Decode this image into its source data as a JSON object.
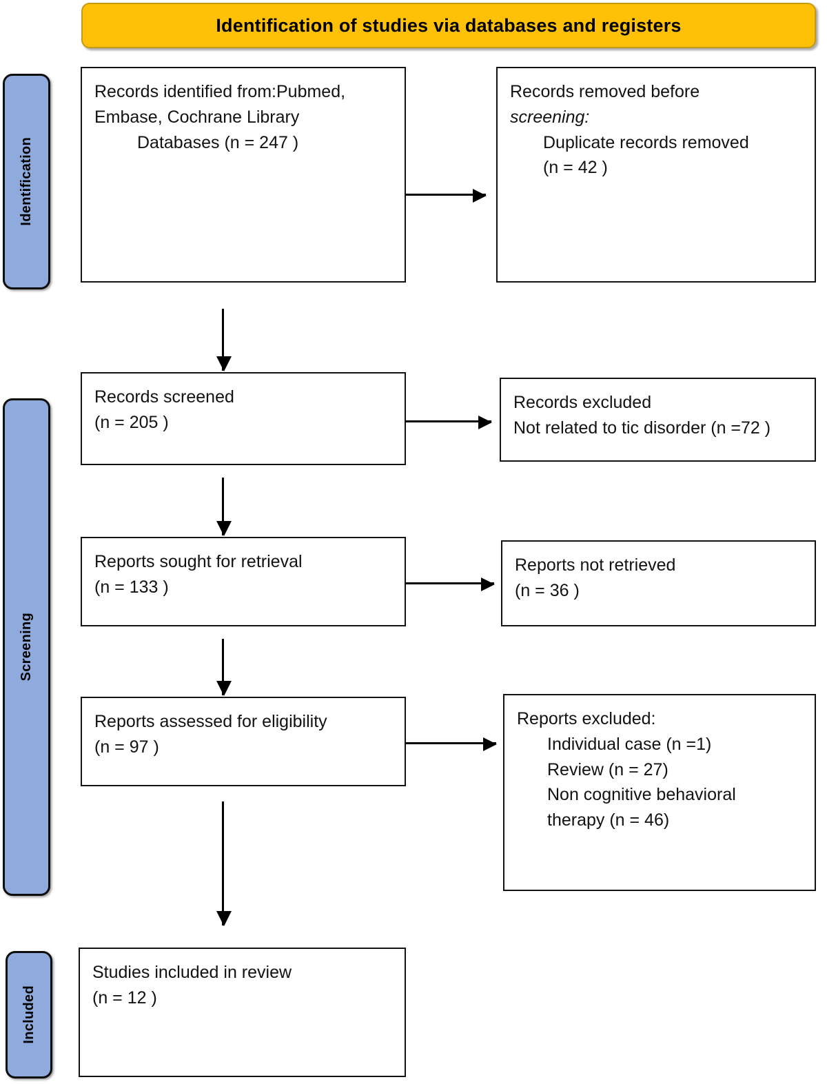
{
  "diagram": {
    "title": "Identification of studies via databases and registers",
    "colors": {
      "banner": "#FFC107",
      "stage_label": "#8FAADC",
      "box_border": "#111111",
      "text": "#121212"
    },
    "stages": [
      {
        "key": "identification",
        "label": "Identification"
      },
      {
        "key": "screening",
        "label": "Screening"
      },
      {
        "key": "included",
        "label": "Included"
      }
    ],
    "boxes": {
      "records_identified": {
        "lines": [
          "Records identified from:Pubmed,",
          "Embase, Cochrane Library",
          "Databases (n = 247 )"
        ]
      },
      "records_removed": {
        "lines": [
          "Records removed ",
          "before",
          "screening:",
          "Duplicate records removed",
          "(n = 42 )"
        ]
      },
      "records_screened": {
        "lines": [
          "Records screened",
          "(n = 205 )"
        ]
      },
      "records_excluded": {
        "lines": [
          "Records excluded",
          "Not related to tic disorder (n =72 )"
        ]
      },
      "reports_sought": {
        "lines": [
          "Reports sought for retrieval",
          "(n = 133 )"
        ]
      },
      "reports_not_retrieved": {
        "lines": [
          "Reports not retrieved",
          "(n = 36 )"
        ]
      },
      "reports_assessed": {
        "lines": [
          "Reports assessed for eligibility",
          "(n = 97 )"
        ]
      },
      "reports_excluded": {
        "lines": [
          "Reports excluded:",
          "Individual case (n =1)",
          "Review (n = 27)",
          "Non cognitive behavioral",
          "therapy (n = 46)"
        ]
      },
      "studies_included": {
        "lines": [
          "Studies included in review",
          "(n = 12 )"
        ]
      }
    },
    "counts": {
      "identified": 247,
      "duplicates_removed": 42,
      "screened": 205,
      "excluded_not_related": 72,
      "sought_for_retrieval": 133,
      "not_retrieved": 36,
      "assessed_for_eligibility": 97,
      "excluded_individual_case": 1,
      "excluded_review": 27,
      "excluded_non_cbt": 46,
      "included": 12
    }
  }
}
